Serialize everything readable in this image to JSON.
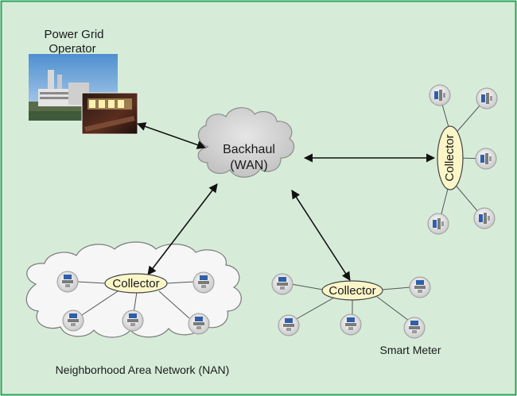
{
  "operator": {
    "line1": "Power Grid",
    "line2": "Operator"
  },
  "backhaul": {
    "line1": "Backhaul",
    "line2": "(WAN)"
  },
  "collectors": {
    "right": "Collector",
    "nan": "Collector",
    "bottom": "Collector"
  },
  "labels": {
    "smart_meter": "Smart Meter",
    "nan": "Neighborhood Area Network (NAN)"
  },
  "colors": {
    "frame": "#2aa35a",
    "background": "#d6ecd9",
    "collector_fill": "#fbf6c8",
    "cloud_fill": "#cfcfcf",
    "arrow": "#111111"
  }
}
